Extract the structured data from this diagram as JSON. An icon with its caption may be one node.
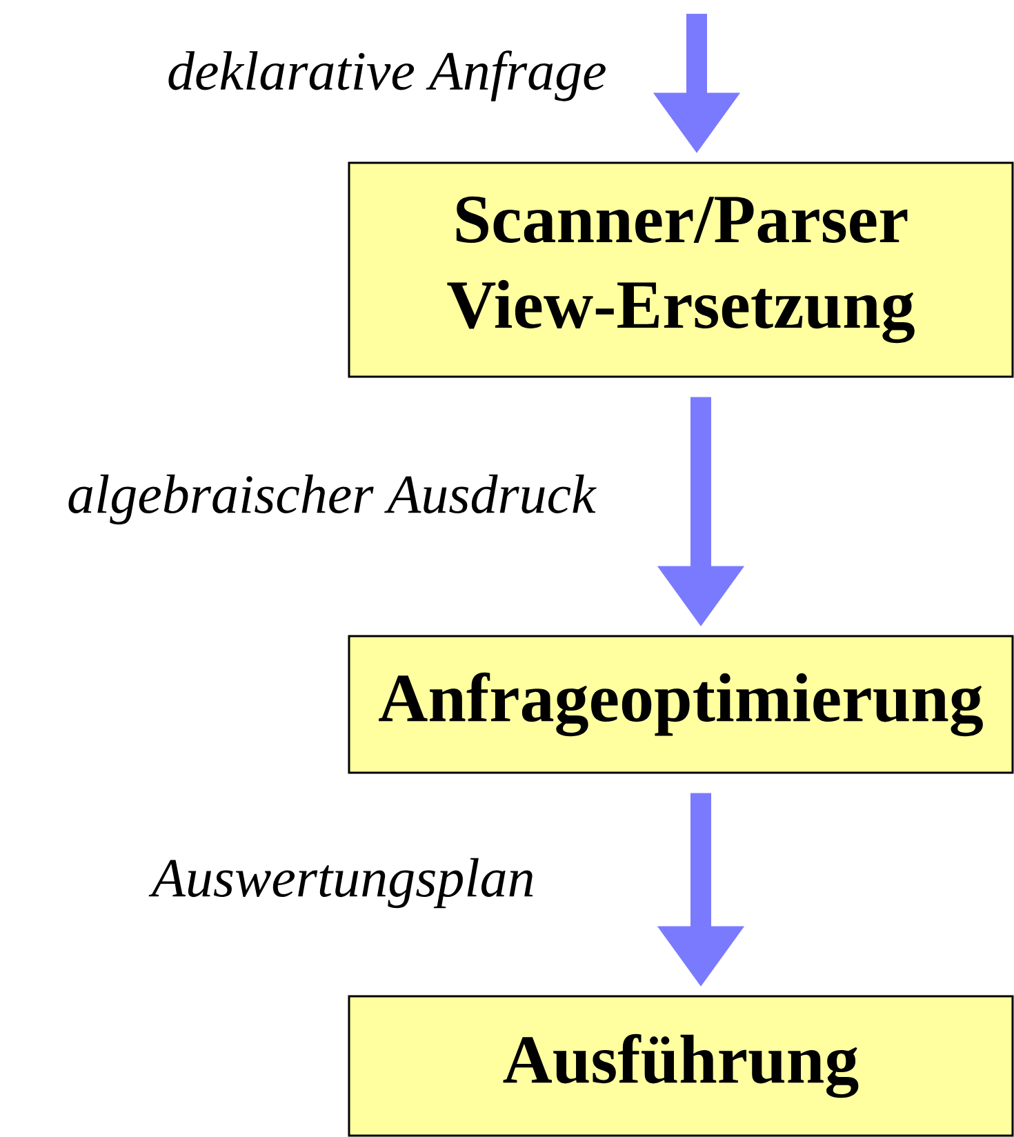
{
  "diagram": {
    "nodes": [
      {
        "text": [
          "Scanner/Parser View-Ersetzung"
        ]
      },
      {
        "text": [
          "Anfrageoptimierung"
        ]
      },
      {
        "text": [
          "Ausführung"
        ]
      }
    ],
    "edges": [
      {
        "from": null,
        "to": 0,
        "arrow": "to",
        "label": "deklarative Anfrage"
      },
      {
        "from": 0,
        "to": 1,
        "arrow": "to",
        "label": "algebraischer Ausdruck"
      },
      {
        "from": 1,
        "to": 2,
        "arrow": "to",
        "label": "Auswertungsplan"
      }
    ]
  }
}
